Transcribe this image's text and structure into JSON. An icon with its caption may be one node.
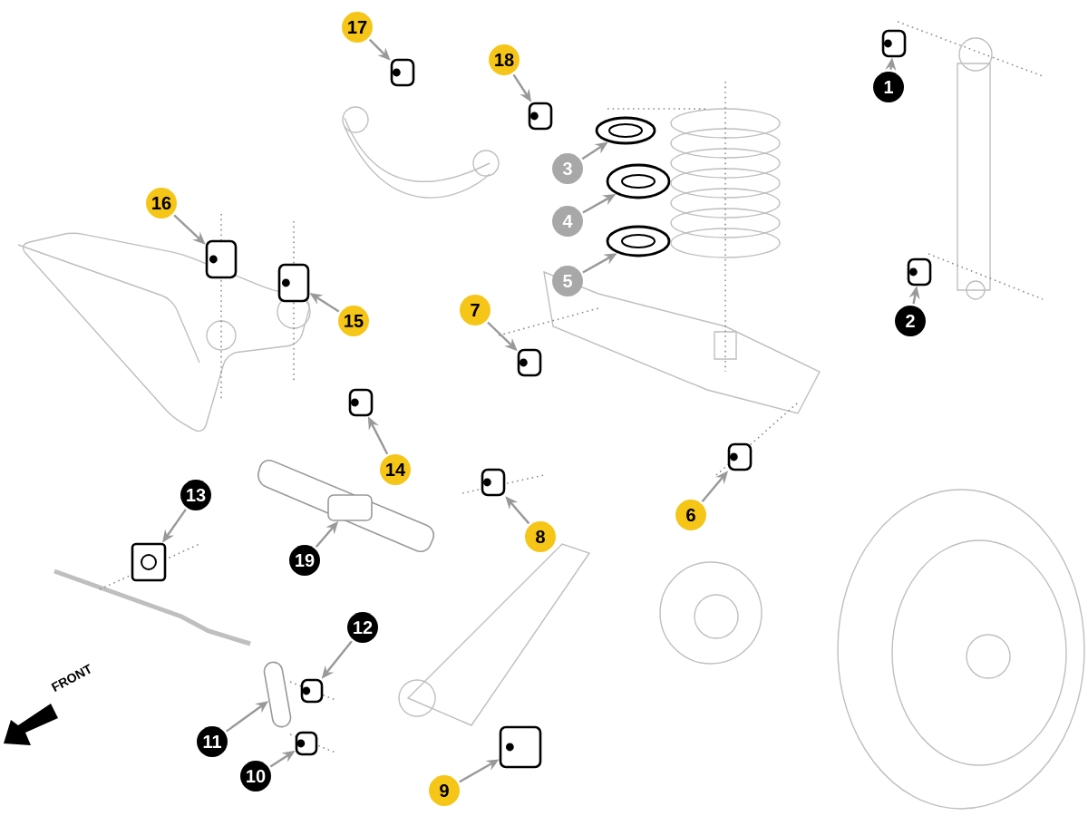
{
  "diagram": {
    "nodes": [
      {
        "text": [
          "1"
        ]
      },
      {
        "text": [
          "2"
        ]
      },
      {
        "text": [
          "3"
        ]
      },
      {
        "text": [
          "4"
        ]
      },
      {
        "text": [
          "5"
        ]
      },
      {
        "text": [
          "6"
        ]
      },
      {
        "text": [
          "7"
        ]
      },
      {
        "text": [
          "8"
        ]
      },
      {
        "text": [
          "9"
        ]
      },
      {
        "text": [
          "10"
        ]
      },
      {
        "text": [
          "11"
        ]
      },
      {
        "text": [
          "12"
        ]
      },
      {
        "text": [
          "13"
        ]
      },
      {
        "text": [
          "14"
        ]
      },
      {
        "text": [
          "15"
        ]
      },
      {
        "text": [
          "16"
        ]
      },
      {
        "text": [
          "17"
        ]
      },
      {
        "text": [
          "18"
        ]
      },
      {
        "text": [
          "19"
        ]
      },
      {
        "text": [],
        "shape": "cylinder"
      },
      {
        "text": [],
        "shape": "cylinder"
      },
      {
        "text": [],
        "shape": "ring"
      },
      {
        "text": [],
        "shape": "ring"
      },
      {
        "text": [],
        "shape": "ring"
      },
      {
        "text": [],
        "shape": "cylinder"
      },
      {
        "text": [],
        "shape": "cylinder"
      },
      {
        "text": [],
        "shape": "cylinder"
      },
      {
        "text": [],
        "shape": "cylinder"
      },
      {
        "text": [],
        "shape": "cylinder"
      },
      {
        "text": [],
        "shape": "picture"
      },
      {
        "text": [],
        "shape": "cylinder"
      },
      {
        "text": [],
        "shape": "box"
      },
      {
        "text": [],
        "shape": "cylinder"
      },
      {
        "text": [],
        "shape": "cylinder"
      },
      {
        "text": [],
        "shape": "cylinder"
      },
      {
        "text": [],
        "shape": "cylinder"
      },
      {
        "text": [],
        "shape": "cylinder"
      },
      {
        "text": [],
        "shape": "picture"
      }
    ],
    "edges": [
      {
        "from": 0,
        "to": 19,
        "arrow": "to"
      },
      {
        "from": 1,
        "to": 20,
        "arrow": "to"
      },
      {
        "from": 2,
        "to": 21,
        "arrow": "to"
      },
      {
        "from": 3,
        "to": 22,
        "arrow": "to"
      },
      {
        "from": 4,
        "to": 23,
        "arrow": "to"
      },
      {
        "from": 5,
        "to": 24,
        "arrow": "to"
      },
      {
        "from": 6,
        "to": 25,
        "arrow": "to"
      },
      {
        "from": 7,
        "to": 26,
        "arrow": "to"
      },
      {
        "from": 8,
        "to": 27,
        "arrow": "to"
      },
      {
        "from": 9,
        "to": 28,
        "arrow": "to"
      },
      {
        "from": 10,
        "to": 37,
        "arrow": "to"
      },
      {
        "from": 11,
        "to": 30,
        "arrow": "to"
      },
      {
        "from": 12,
        "to": 31,
        "arrow": "to"
      },
      {
        "from": 13,
        "to": 32,
        "arrow": "to"
      },
      {
        "from": 14,
        "to": 33,
        "arrow": "to"
      },
      {
        "from": 15,
        "to": 34,
        "arrow": "to"
      },
      {
        "from": 16,
        "to": 35,
        "arrow": "to"
      },
      {
        "from": 17,
        "to": 36,
        "arrow": "to"
      },
      {
        "from": 18,
        "to": 29,
        "arrow": "to"
      }
    ],
    "labels": [
      "FRONT"
    ]
  }
}
